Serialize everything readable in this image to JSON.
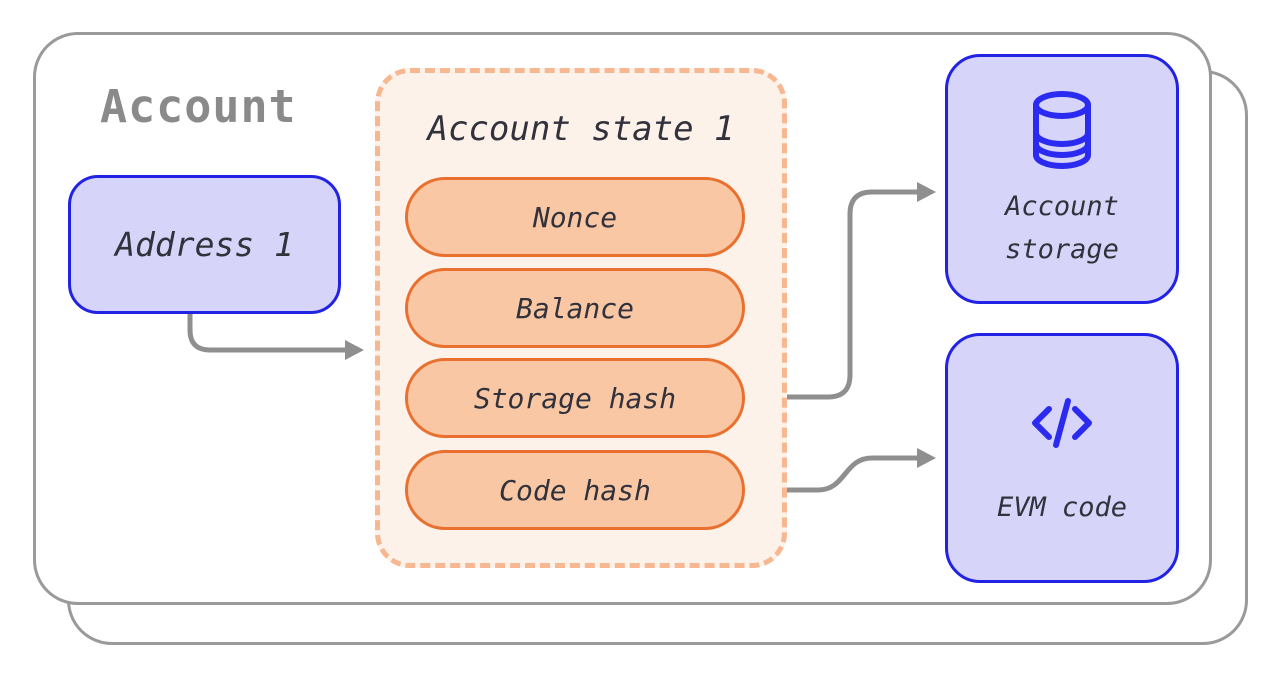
{
  "diagram": {
    "container_title": "Account",
    "address_box": {
      "label": "Address 1"
    },
    "state_box": {
      "title": "Account state 1",
      "fields": [
        "Nonce",
        "Balance",
        "Storage hash",
        "Code hash"
      ]
    },
    "storage_box": {
      "line1": "Account",
      "line2": "storage",
      "icon": "database-icon"
    },
    "evm_box": {
      "label": "EVM code",
      "icon": "code-icon"
    },
    "colors": {
      "container_border": "#9a9a9a",
      "title_gray": "#8a8a8a",
      "lavender_fill": "#d6d4f8",
      "blue_border": "#2222e4",
      "icon_blue": "#2a2af0",
      "state_fill": "#fdf2ea",
      "state_dash_border": "#f6b791",
      "pill_fill": "#f9c7a3",
      "pill_border": "#e9702e",
      "arrow_gray": "#8f8f8f",
      "text_dark": "#32323c"
    }
  }
}
